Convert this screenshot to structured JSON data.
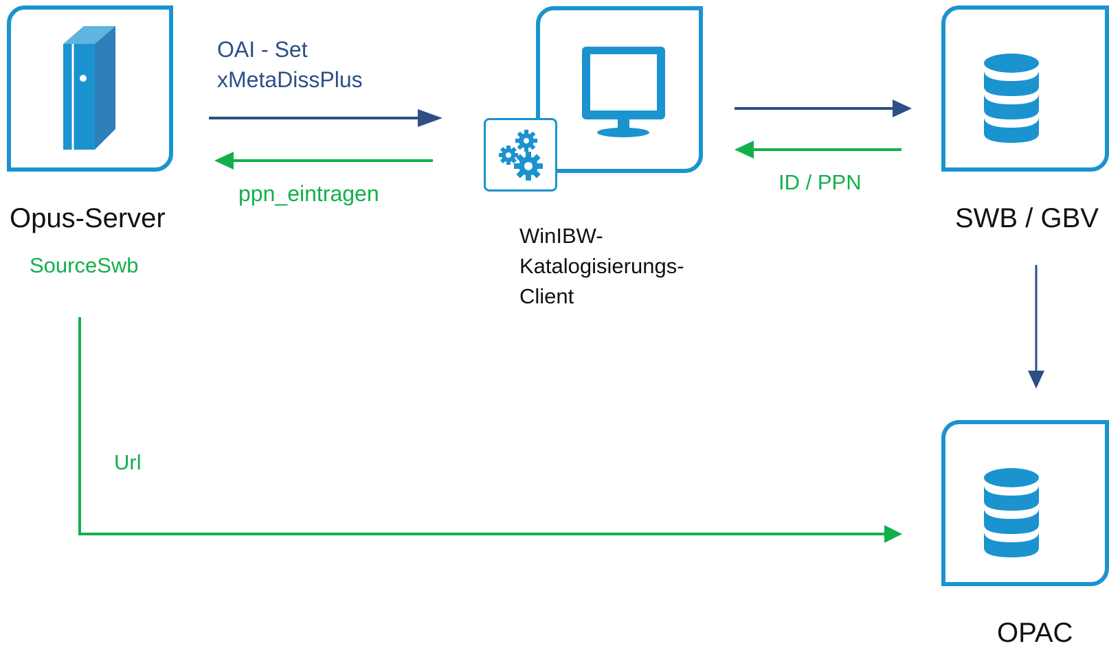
{
  "colors": {
    "icon_blue": "#1b93cf",
    "arrow_blue": "#2d4f86",
    "arrow_green": "#12b04b"
  },
  "nodes": {
    "opus": {
      "label": "Opus-Server",
      "sublabel": "SourceSwb",
      "icon": "server-tower-icon"
    },
    "winibw": {
      "label_lines": [
        "WinIBW-",
        "Katalogisierungs-",
        "Client"
      ],
      "icon": "monitor-icon",
      "badge_icon": "gears-icon"
    },
    "swb": {
      "label": "SWB / GBV",
      "icon": "database-icon"
    },
    "opac": {
      "label": "OPAC",
      "icon": "database-icon"
    }
  },
  "edges": {
    "oai": {
      "line1": "OAI - Set",
      "line2": "xMetaDissPlus"
    },
    "ppn_eintragen": {
      "label": "ppn_eintragen"
    },
    "id_ppn": {
      "label": "ID / PPN"
    },
    "url": {
      "label": "Url"
    }
  }
}
